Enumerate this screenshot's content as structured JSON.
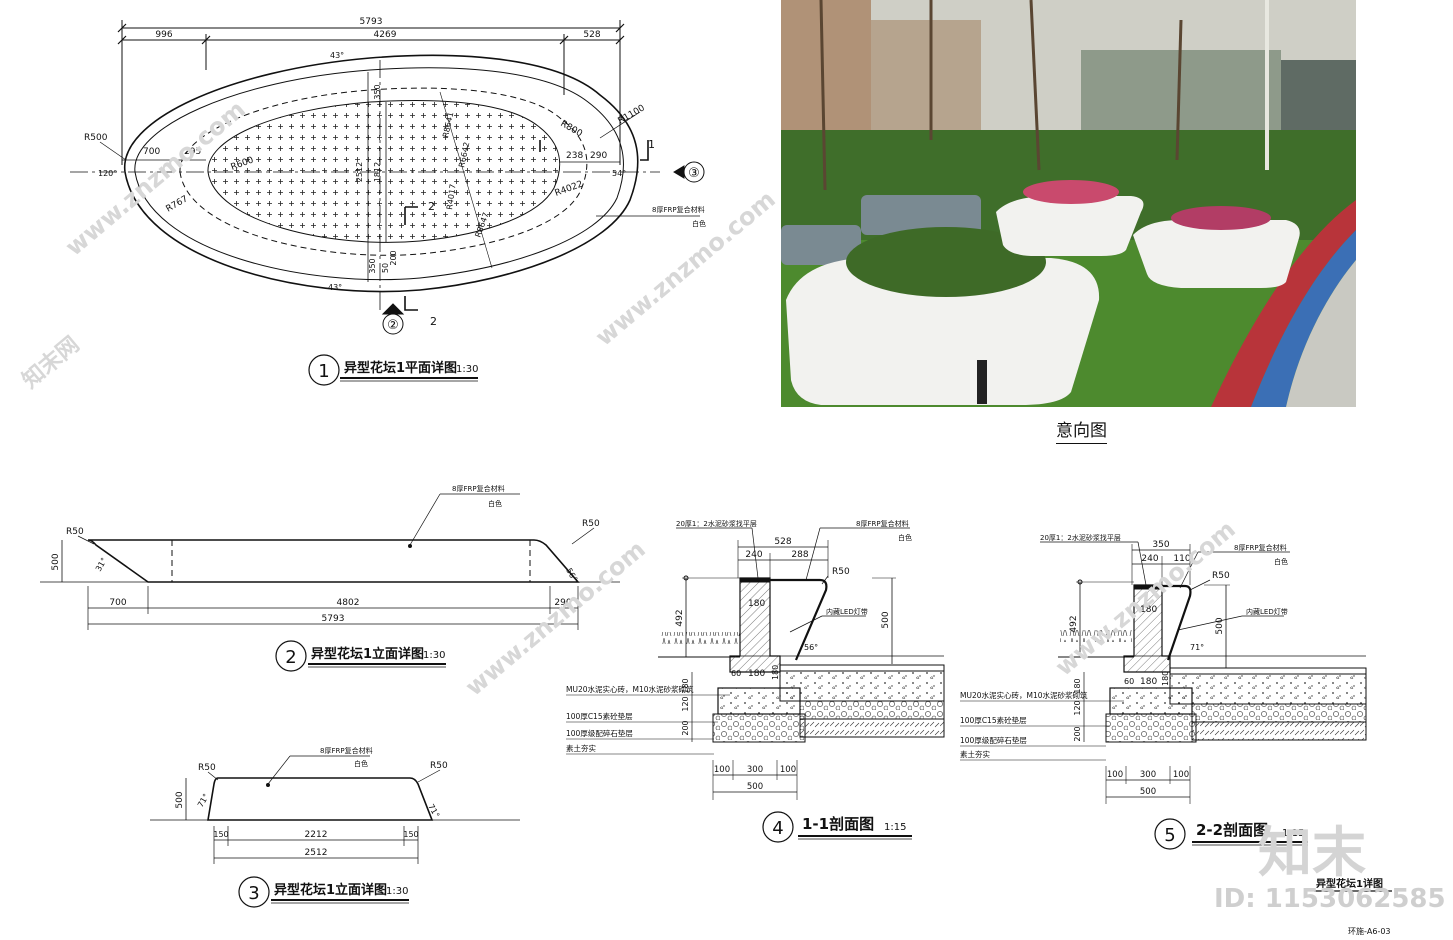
{
  "plan": {
    "dims": {
      "overall": "5793",
      "left": "996",
      "middle": "4269",
      "right": "528"
    },
    "labels": {
      "r500": "R500",
      "r767": "R767",
      "r600": "R600",
      "r800": "R800",
      "r1100": "R1100",
      "r4022": "R4022",
      "r8641": "R8641",
      "r6642": "R6642",
      "r4017": "R4017",
      "r8647": "R8647",
      "d700": "700",
      "d295": "295",
      "d238": "238",
      "d290": "290",
      "d350a": "350",
      "d2512": "2512",
      "d1812": "1812",
      "d350b": "350",
      "d50": "50",
      "d200": "200",
      "ang1": "43°",
      "ang2": "43°",
      "ang3": "120°",
      "ang4": "54°",
      "mark1": "1",
      "mark2": "2",
      "mark2b": "2",
      "mark3": "③",
      "mark2c": "②",
      "material": "8厚FRP复合材料",
      "color": "白色"
    },
    "title_num": "1",
    "title": "异型花坛1平面详图",
    "scale": "1:30"
  },
  "photo_caption": "意向图",
  "elev2": {
    "labels": {
      "r50a": "R50",
      "r50b": "R50",
      "h500": "500",
      "a1": "31°",
      "a2": "56°",
      "material": "8厚FRP复合材料",
      "color": "白色",
      "d700": "700",
      "d4802": "4802",
      "d290": "290",
      "d5793": "5793"
    },
    "title_num": "2",
    "title": "异型花坛1立面详图",
    "scale": "1:30"
  },
  "elev3": {
    "labels": {
      "r50a": "R50",
      "r50b": "R50",
      "h500": "500",
      "a1": "71°",
      "a2": "71°",
      "material": "8厚FRP复合材料",
      "color": "白色",
      "d150a": "150",
      "d2212": "2212",
      "d150b": "150",
      "d2512": "2512"
    },
    "title_num": "3",
    "title": "异型花坛1立面详图",
    "scale": "1:30"
  },
  "sec4": {
    "labels": {
      "top": "20厚1：2水泥砂浆找平层",
      "d528": "528",
      "d240": "240",
      "d288": "288",
      "material": "8厚FRP复合材料",
      "color": "白色",
      "r50": "R50",
      "h492": "492",
      "h500": "500",
      "d180a": "180",
      "d180b": "180",
      "d60": "60",
      "d180c": "180",
      "led": "内藏LED灯带",
      "ang": "56°",
      "l1": "MU20水泥实心砖，M10水泥砂浆砌筑",
      "l2": "100厚C15素砼垫层",
      "l3": "100厚级配碎石垫层",
      "l4": "素土夯实",
      "h180": "180",
      "h120": "120",
      "h200": "200",
      "b100a": "100",
      "b300": "300",
      "b100b": "100",
      "b500": "500"
    },
    "title_num": "4",
    "title": "1-1剖面图",
    "scale": "1:15"
  },
  "sec5": {
    "labels": {
      "top": "20厚1：2水泥砂浆找平层",
      "d350": "350",
      "d240": "240",
      "d110": "110",
      "material": "8厚FRP复合材料",
      "color": "白色",
      "r50": "R50",
      "h492": "492",
      "h500": "500",
      "d180a": "180",
      "d180b": "180",
      "d60": "60",
      "d180c": "180",
      "led": "内藏LED灯带",
      "ang": "71°",
      "l1": "MU20水泥实心砖，M10水泥砂浆砌筑",
      "l2": "100厚C15素砼垫层",
      "l3": "100厚级配碎石垫层",
      "l4": "素土夯实",
      "h180": "180",
      "h120": "120",
      "h200": "200",
      "b100a": "100",
      "b300": "300",
      "b100b": "100",
      "b500": "500"
    },
    "title_num": "5",
    "title": "2-2剖面图",
    "scale": "1:15"
  },
  "sheet_title": "异型花坛1详图",
  "sheet_no": "环施-A6-03",
  "watermark": {
    "brand": "知末",
    "site": "www.znzmo.com",
    "id": "ID: 1153062585",
    "net": "知末网"
  },
  "colors": {
    "line": "#111111",
    "photo_grass": "#4d8a2e",
    "track_red": "#b8343a",
    "track_blue": "#3b6fb5"
  }
}
